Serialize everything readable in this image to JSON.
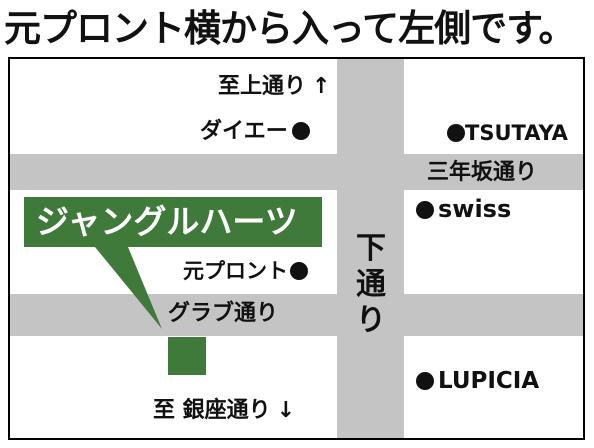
{
  "title": "元プロント横から入って左側です。",
  "map": {
    "roads": {
      "top_arrow_label": "至上通り",
      "top_arrow": "↑",
      "bottom_arrow_label": "至 銀座通り",
      "bottom_arrow": "↓",
      "sannenzaka": "三年坂通り",
      "grab": "グラブ通り",
      "shimo_chars": [
        "下",
        "通",
        "り"
      ]
    },
    "landmarks": {
      "daie": "ダイエー",
      "tsutaya": "TSUTAYA",
      "swiss": "swiss",
      "moto_pronto": "元プロント",
      "lupicia": "LUPICIA"
    },
    "shop": {
      "name": "ジャングルハーツ"
    },
    "colors": {
      "shop": "#3f7a3a",
      "road": "#c4c4c4"
    }
  }
}
